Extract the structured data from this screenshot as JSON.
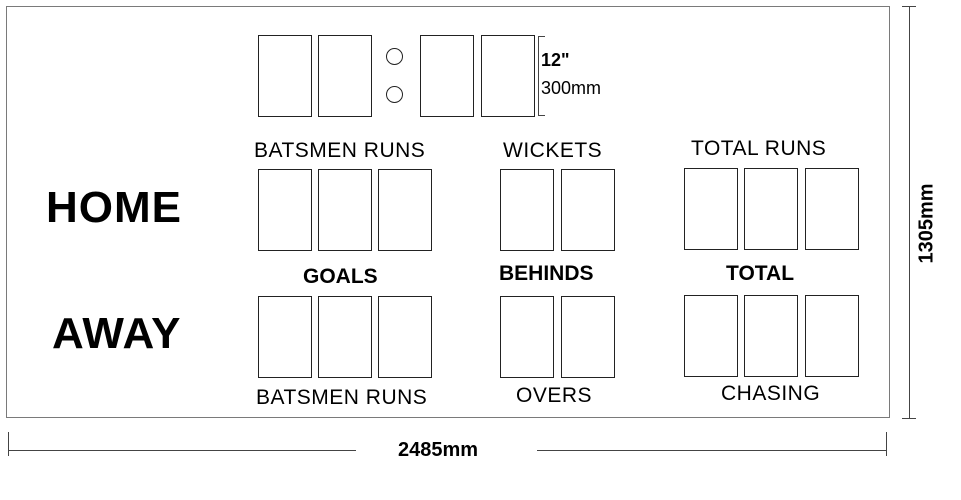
{
  "digit_size": {
    "inch": "12\"",
    "mm": "300mm"
  },
  "teams": {
    "home": "HOME",
    "away": "AWAY"
  },
  "labels": {
    "batsmen_runs_top": "BATSMEN RUNS",
    "wickets": "WICKETS",
    "total_runs": "TOTAL RUNS",
    "goals": "GOALS",
    "behinds": "BEHINDS",
    "total": "TOTAL",
    "batsmen_runs_bottom": "BATSMEN RUNS",
    "overs": "OVERS",
    "chasing": "CHASING"
  },
  "dimensions": {
    "width": "2485mm",
    "height": "1305mm"
  }
}
